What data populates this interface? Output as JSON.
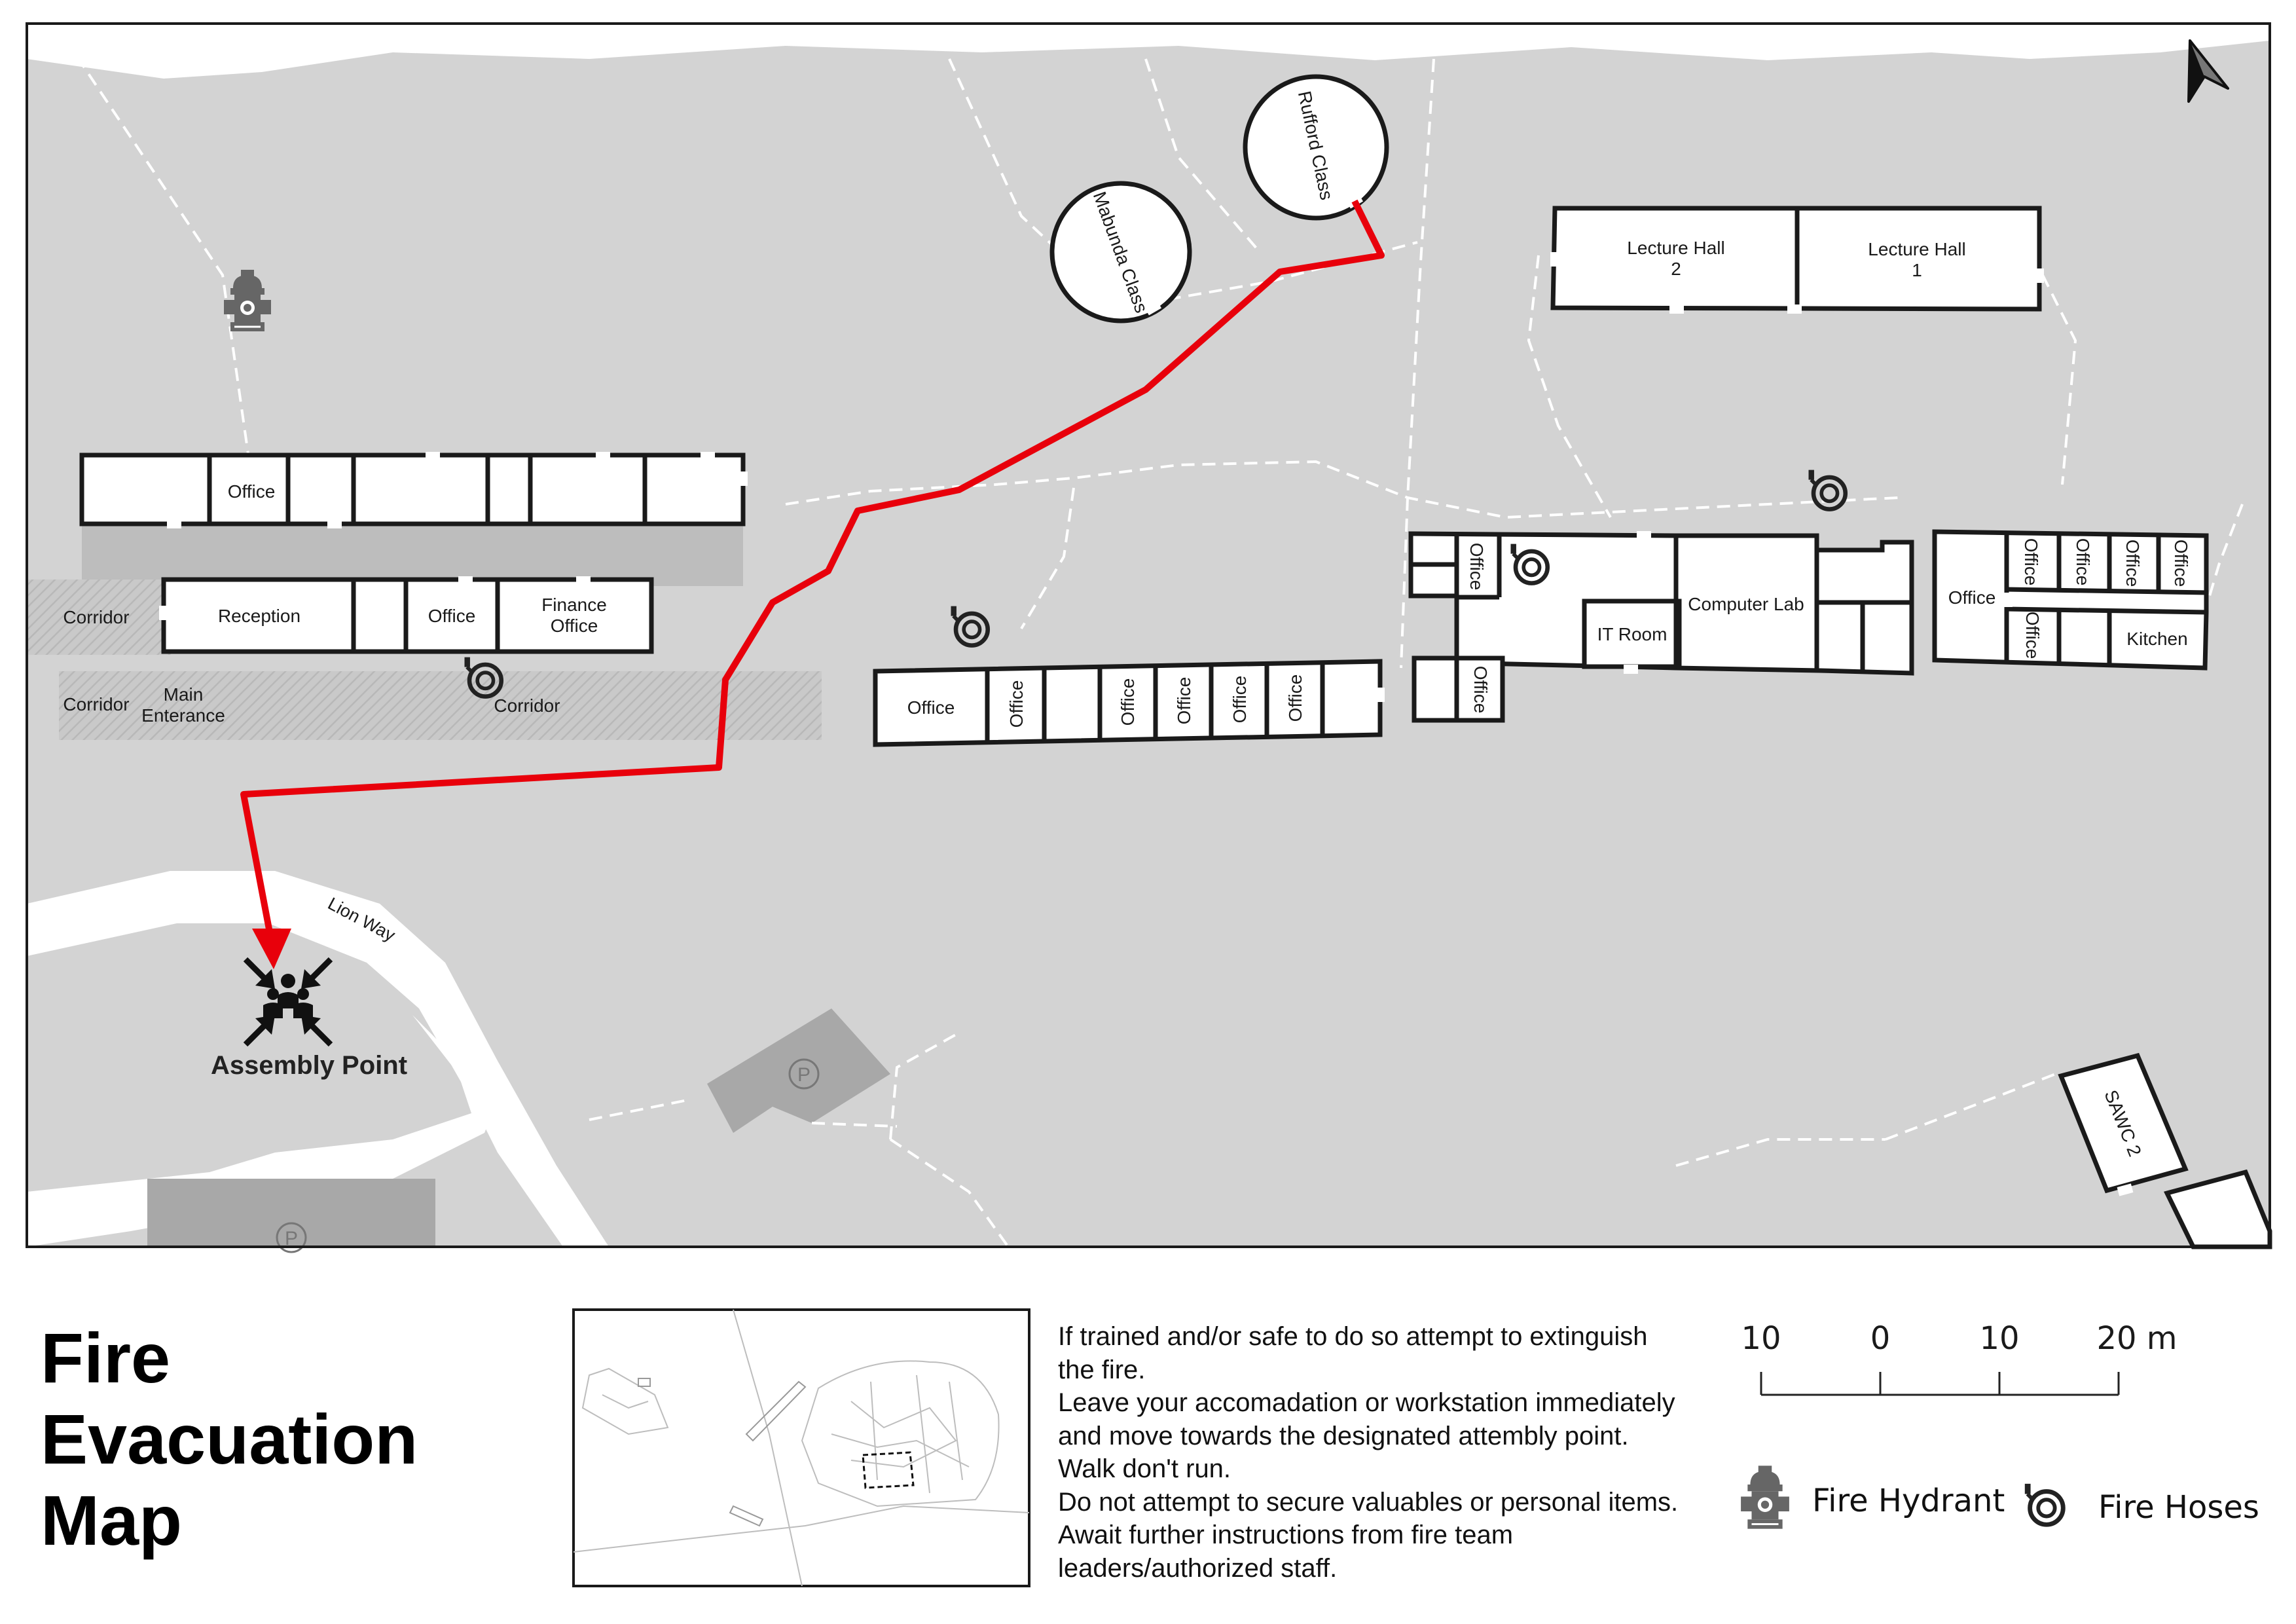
{
  "title": {
    "line1": "Fire Evacuation",
    "line2": "Map"
  },
  "map": {
    "buildings": {
      "office_a": "Office",
      "reception": "Reception",
      "office_b": "Office",
      "finance_1": "Finance",
      "finance_2": "Office",
      "office_c": "Office",
      "office_v1": "Office",
      "office_v2": "Office",
      "office_v3": "Office",
      "office_v4": "Office",
      "office_v5": "Office",
      "office_v6": "Office",
      "office_v7": "Office",
      "computer_lab": "Computer Lab",
      "it_room": "IT Room",
      "office_d": "Office",
      "office_v8": "Office",
      "office_v9": "Office",
      "office_v10": "Office",
      "office_v11": "Office",
      "office_v12": "Office",
      "kitchen": "Kitchen",
      "lecture_hall_2_a": "Lecture Hall",
      "lecture_hall_2_b": "2",
      "lecture_hall_1_a": "Lecture Hall",
      "lecture_hall_1_b": "1",
      "mabunda": "Mabunda Class",
      "rufford": "Rufford Class",
      "sawc2": "SAWC 2"
    },
    "labels": {
      "corridor_1": "Corridor",
      "corridor_2": "Corridor",
      "corridor_3": "Corridor",
      "main_entrance_1": "Main",
      "main_entrance_2": "Enterance",
      "lion_way": "Lion Way",
      "assembly_point": "Assembly Point",
      "parking": "P"
    },
    "route_color": "#e8000b"
  },
  "instructions": [
    "If trained and/or safe to do so attempt to extinguish",
    "the fire.",
    "Leave your accomadation or workstation immediately",
    "and move towards the designated attembly point.",
    "Walk don't run.",
    "Do not attempt to secure valuables or personal items.",
    "Await further instructions from fire team",
    "leaders/authorized staff."
  ],
  "scale_bar": {
    "ticks": [
      "10",
      "0",
      "10",
      "20 m"
    ]
  },
  "legend": {
    "hydrant_label": "Fire Hydrant",
    "hose_label": "Fire Hoses",
    "hydrant_icon": "fire-hydrant-icon",
    "hose_icon": "fire-hose-icon"
  }
}
